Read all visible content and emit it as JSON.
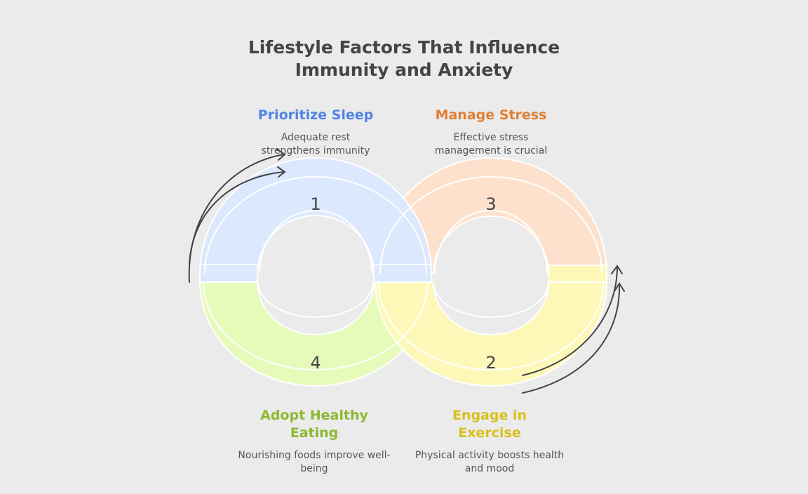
{
  "title": [
    "Lifestyle Factors That Influence",
    "Immunity and Anxiety"
  ],
  "steps": [
    {
      "number": "1",
      "heading": "Prioritize Sleep",
      "description": "Adequate rest strengthens immunity",
      "color": "#4f84e6",
      "fill": "#dbe8fd"
    },
    {
      "number": "2",
      "heading": "Engage in Exercise",
      "description": "Physical activity boosts health and mood",
      "color": "#d8c01c",
      "fill": "#fdf8b8"
    },
    {
      "number": "3",
      "heading": "Manage Stress",
      "description": "Effective stress management is crucial",
      "color": "#e07f33",
      "fill": "#fde1cd"
    },
    {
      "number": "4",
      "heading": "Adopt Healthy Eating",
      "description": "Nourishing foods improve well-being",
      "color": "#8cb832",
      "fill": "#e6fbb9"
    }
  ]
}
